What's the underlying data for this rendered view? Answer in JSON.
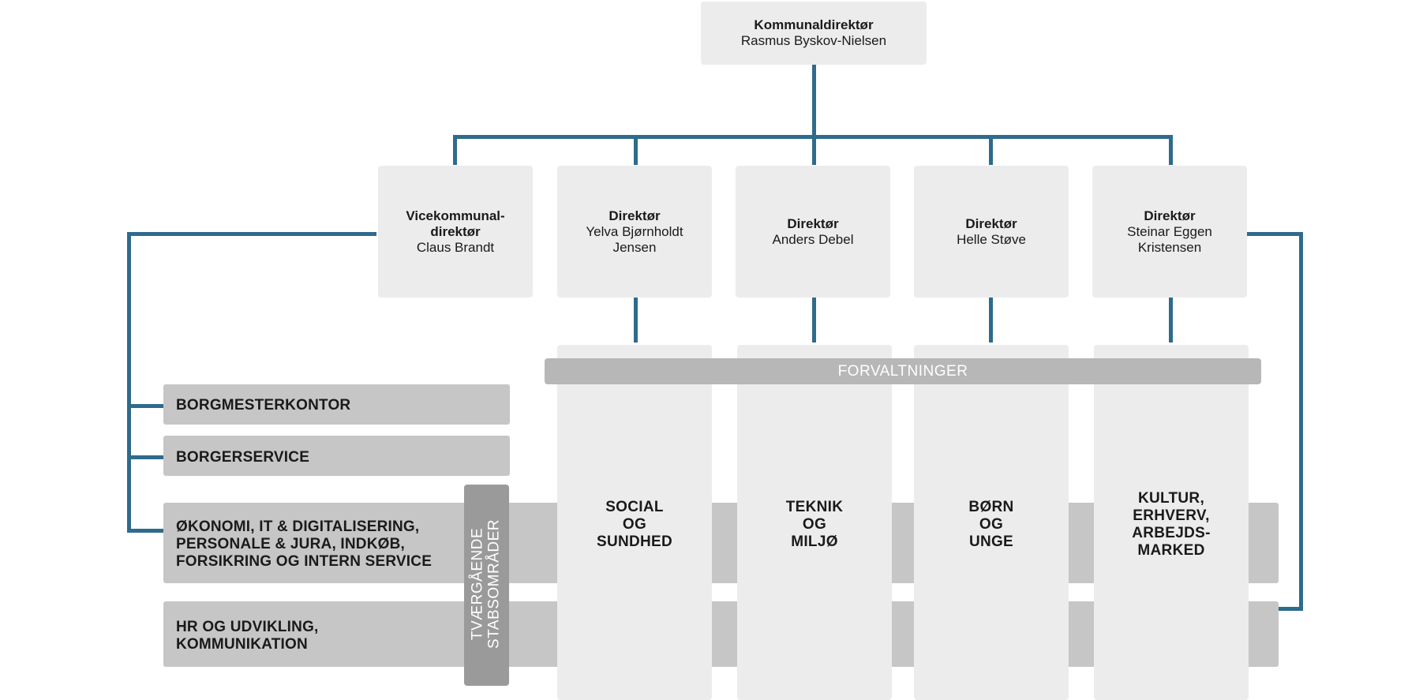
{
  "top": {
    "role": "Kommunaldirektør",
    "name": "Rasmus Byskov-Nielsen"
  },
  "directors": [
    {
      "role": "Vicekommunal-",
      "role2": "direktør",
      "name": "Claus Brandt",
      "name2": ""
    },
    {
      "role": "Direktør",
      "role2": "",
      "name": "Yelva Bjørnholdt",
      "name2": "Jensen"
    },
    {
      "role": "Direktør",
      "role2": "",
      "name": "Anders Debel",
      "name2": ""
    },
    {
      "role": "Direktør",
      "role2": "",
      "name": "Helle Støve",
      "name2": ""
    },
    {
      "role": "Direktør",
      "role2": "",
      "name": "Steinar Eggen",
      "name2": "Kristensen"
    }
  ],
  "forvaltninger_label": "FORVALTNINGER",
  "tvaergaaende_label": {
    "line1": "TVÆRGÅENDE",
    "line2": "STABSOMRÅDER"
  },
  "stab": [
    {
      "lines": [
        "BORGMESTERKONTOR"
      ]
    },
    {
      "lines": [
        "BORGERSERVICE"
      ]
    },
    {
      "lines": [
        "ØKONOMI, IT & DIGITALISERING,",
        "PERSONALE & JURA, INDKØB,",
        "FORSIKRING OG INTERN SERVICE"
      ]
    },
    {
      "lines": [
        "HR OG UDVIKLING,",
        "KOMMUNIKATION"
      ]
    }
  ],
  "forvaltninger": [
    {
      "lines": [
        "SOCIAL",
        "OG",
        "SUNDHED"
      ]
    },
    {
      "lines": [
        "TEKNIK",
        "OG",
        "MILJØ"
      ]
    },
    {
      "lines": [
        "BØRN",
        "OG",
        "UNGE"
      ]
    },
    {
      "lines": [
        "KULTUR,",
        "ERHVERV,",
        "ARBEJDS-",
        "MARKED"
      ]
    }
  ],
  "colors": {
    "line": "#2e6b8c",
    "box": "#ececec",
    "strip": "#c6c6c6",
    "band": "#b7b7b7",
    "vbar": "#9a9a9a"
  }
}
